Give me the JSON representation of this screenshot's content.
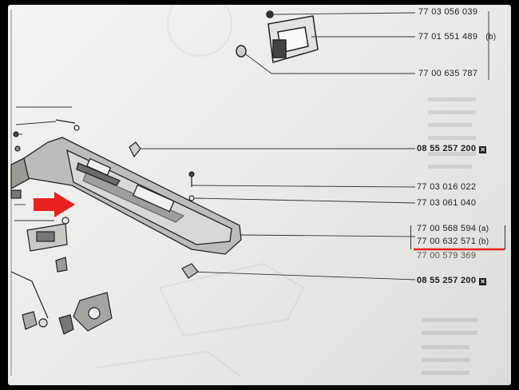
{
  "part_numbers": [
    {
      "id": "pn-1",
      "code": "77 03 056 039",
      "mark": "",
      "symbol": ""
    },
    {
      "id": "pn-2",
      "code": "77 01 551 489",
      "mark": "(b)",
      "symbol": ""
    },
    {
      "id": "pn-3",
      "code": "77 00 635 787",
      "mark": "",
      "symbol": ""
    },
    {
      "id": "pn-4",
      "code": "08 55 257 200",
      "mark": "",
      "symbol": "x-box"
    },
    {
      "id": "pn-5",
      "code": "77 03 016 022",
      "mark": "",
      "symbol": ""
    },
    {
      "id": "pn-6",
      "code": "77 03 061 040",
      "mark": "",
      "symbol": ""
    },
    {
      "id": "pn-7",
      "code": "77 00 568 594",
      "mark": "(a)",
      "symbol": ""
    },
    {
      "id": "pn-8",
      "code": "77 00 632 571",
      "mark": "(b)",
      "symbol": ""
    },
    {
      "id": "pn-9",
      "code": "77 00 579 369",
      "mark": "",
      "symbol": ""
    },
    {
      "id": "pn-10",
      "code": "08 55 257 200",
      "mark": "",
      "symbol": "x-box"
    }
  ],
  "highlight": {
    "arrow_color": "#e8231f",
    "underline_color": "#e8231f",
    "underlined_part": "77 00 632 571"
  }
}
